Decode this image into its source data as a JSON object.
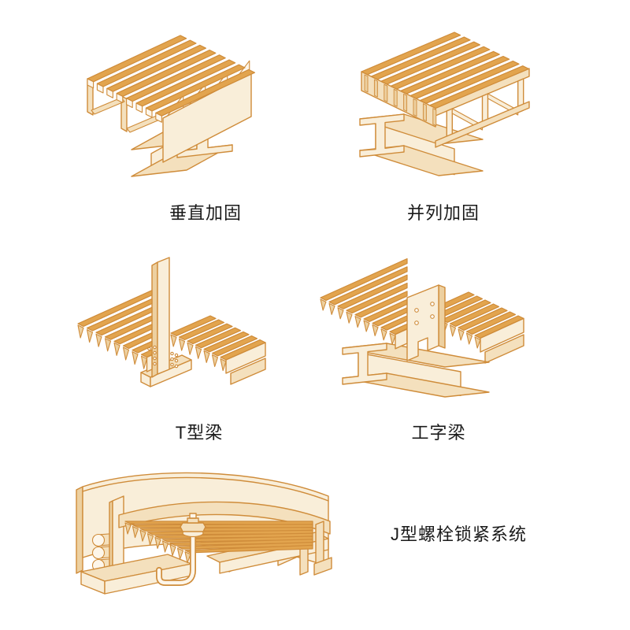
{
  "page": {
    "background": "#ffffff"
  },
  "colors": {
    "outline": "#cf8c3a",
    "fill_lightest": "#fdf6ea",
    "fill_light": "#f9eed9",
    "fill_cream": "#f4e0bd",
    "fill_mid": "#edd0a0",
    "fill_dark": "#e2a44e",
    "label_text": "#1a1a1a"
  },
  "figures": [
    {
      "id": "vertical-reinforcement",
      "label": "垂直加固",
      "icon": "grating-perpendicular-on-ibeam-illustration"
    },
    {
      "id": "parallel-reinforcement",
      "label": "并列加固",
      "icon": "grating-parallel-on-ibeam-illustration"
    },
    {
      "id": "t-beam",
      "label": "T型梁",
      "icon": "grating-welded-to-tbeam-illustration"
    },
    {
      "id": "i-beam",
      "label": "工字梁",
      "icon": "grating-clamped-on-ibeam-illustration"
    },
    {
      "id": "j-bolt-lock",
      "label": "J型螺栓锁紧系统",
      "icon": "j-bolt-locking-curved-wall-illustration"
    }
  ]
}
